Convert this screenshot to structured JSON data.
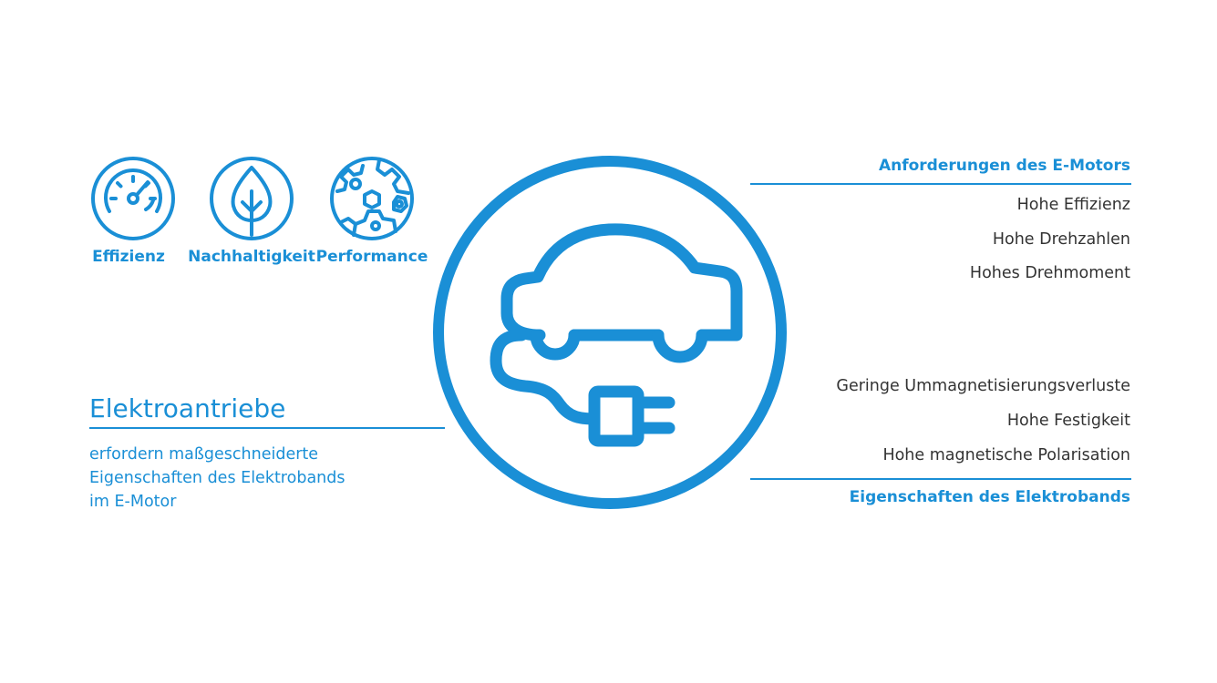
{
  "benefits": [
    {
      "label": "Effizienz",
      "icon": "gauge-icon"
    },
    {
      "label": "Nachhaltigkeit",
      "icon": "leaf-icon"
    },
    {
      "label": "Performance",
      "icon": "gears-icon"
    }
  ],
  "left": {
    "title": "Elektroantriebe",
    "desc_lines": [
      "erfordern maßgeschneiderte",
      "Eigenschaften des Elektrobands",
      "im E-Motor"
    ]
  },
  "requirements": {
    "heading": "Anforderungen des E-Motors",
    "items": [
      "Hohe Effizienz",
      "Hohe Drehzahlen",
      "Hohes Drehmoment"
    ]
  },
  "properties": {
    "heading": "Eigenschaften des Elektrobands",
    "items": [
      "Geringe Ummagnetisierungsverluste",
      "Hohe Festigkeit",
      "Hohe magnetische Polarisation"
    ]
  },
  "center_icon": "electric-car-plug-icon",
  "colors": {
    "accent": "#1a8fd6",
    "text": "#333333",
    "background": "#ffffff"
  }
}
